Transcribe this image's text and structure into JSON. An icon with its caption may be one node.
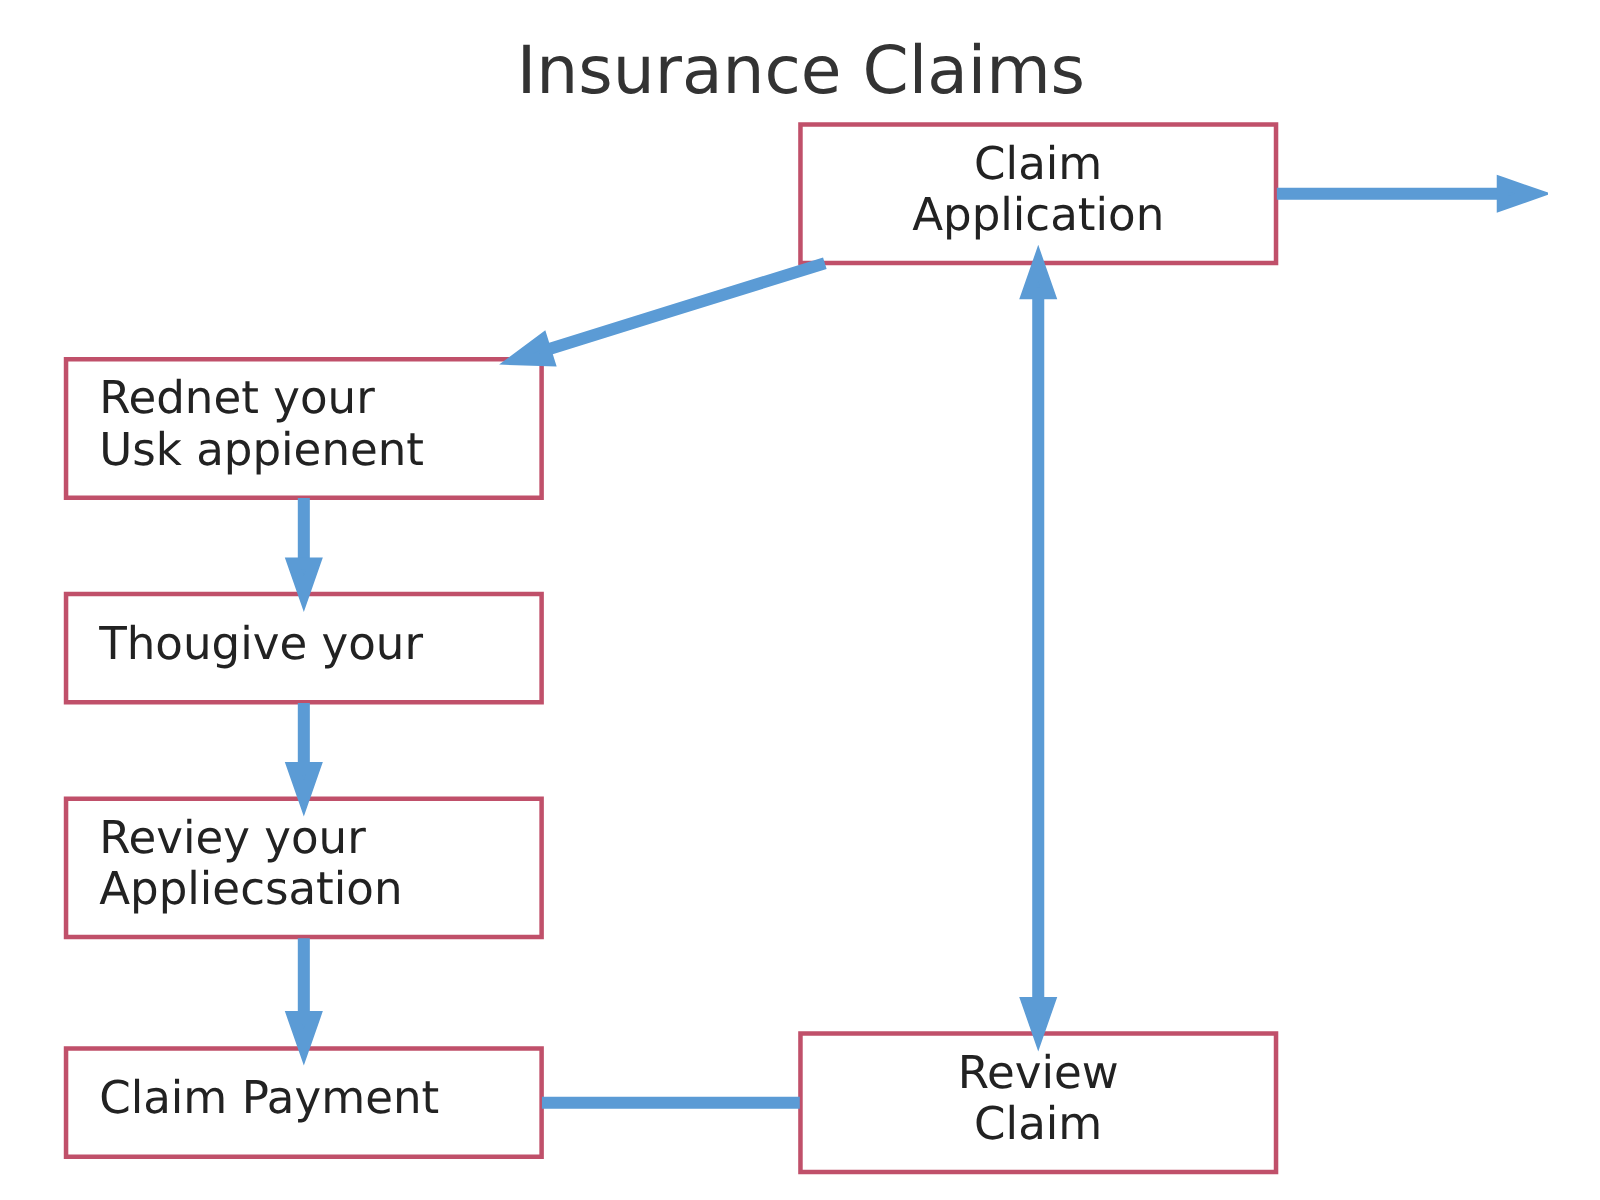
{
  "diagram": {
    "title": "Insurance Claims",
    "nodes": [
      {
        "text": [
          "Claim Application"
        ]
      },
      {
        "text": [
          "Rednet your Usk appienent"
        ]
      },
      {
        "text": [
          "Thougive your"
        ]
      },
      {
        "text": [
          "Reviey your Appliecsation"
        ]
      },
      {
        "text": [
          "Claim Payment"
        ]
      },
      {
        "text": [
          "Review Claim"
        ]
      }
    ],
    "edges": [
      {
        "from": 0,
        "to": null,
        "arrow": "to"
      },
      {
        "from": 0,
        "to": 1,
        "arrow": "to"
      },
      {
        "from": 1,
        "to": 2,
        "arrow": "to"
      },
      {
        "from": 2,
        "to": 3,
        "arrow": "to"
      },
      {
        "from": 3,
        "to": 4,
        "arrow": "to"
      },
      {
        "from": 4,
        "to": 5,
        "arrow": "none"
      },
      {
        "from": 5,
        "to": 0,
        "arrow": "both"
      }
    ]
  }
}
